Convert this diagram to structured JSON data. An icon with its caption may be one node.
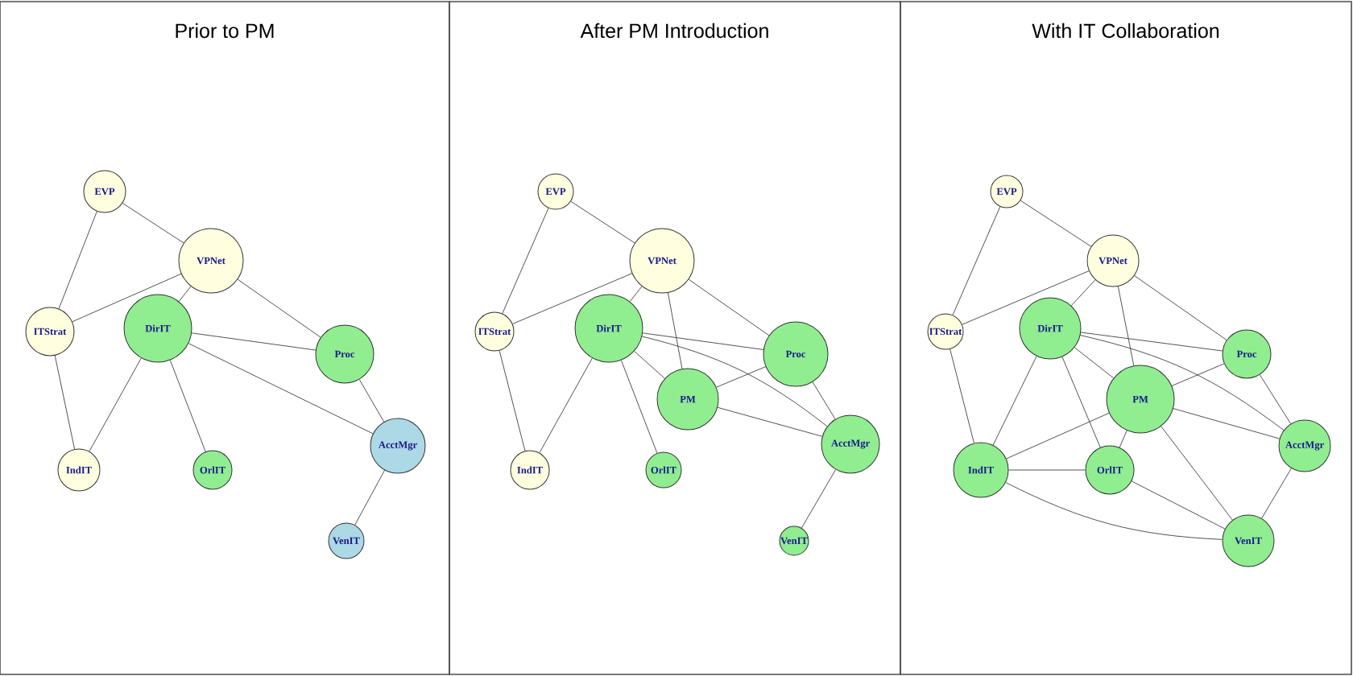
{
  "diagram": {
    "nodes": [
      {
        "text": [
          "Prior to PM"
        ]
      },
      {
        "text": [
          "EVP"
        ],
        "in": 0
      },
      {
        "text": [
          "VPNet"
        ],
        "in": 0
      },
      {
        "text": [
          "ITStrat"
        ],
        "in": 0
      },
      {
        "text": [
          "DirIT"
        ],
        "in": 0
      },
      {
        "text": [
          "Proc"
        ],
        "in": 0
      },
      {
        "text": [
          "AcctMgr"
        ],
        "in": 0
      },
      {
        "text": [
          "IndIT"
        ],
        "in": 0
      },
      {
        "text": [
          "OrlIT"
        ],
        "in": 0
      },
      {
        "text": [
          "VenIT"
        ],
        "in": 0
      },
      {
        "text": [
          "After PM Introduction"
        ]
      },
      {
        "text": [
          "EVP"
        ],
        "in": 10
      },
      {
        "text": [
          "VPNet"
        ],
        "in": 10
      },
      {
        "text": [
          "ITStrat"
        ],
        "in": 10
      },
      {
        "text": [
          "DirIT"
        ],
        "in": 10
      },
      {
        "text": [
          "Proc"
        ],
        "in": 10
      },
      {
        "text": [
          "PM"
        ],
        "in": 10
      },
      {
        "text": [
          "AcctMgr"
        ],
        "in": 10
      },
      {
        "text": [
          "IndIT"
        ],
        "in": 10
      },
      {
        "text": [
          "OrlIT"
        ],
        "in": 10
      },
      {
        "text": [
          "VenIT"
        ],
        "in": 10
      },
      {
        "text": [
          "With IT Collaboration"
        ]
      },
      {
        "text": [
          "EVP"
        ],
        "in": 21
      },
      {
        "text": [
          "VPNet"
        ],
        "in": 21
      },
      {
        "text": [
          "ITStrat"
        ],
        "in": 21
      },
      {
        "text": [
          "DirIT"
        ],
        "in": 21
      },
      {
        "text": [
          "Proc"
        ],
        "in": 21
      },
      {
        "text": [
          "PM"
        ],
        "in": 21
      },
      {
        "text": [
          "AcctMgr"
        ],
        "in": 21
      },
      {
        "text": [
          "IndIT"
        ],
        "in": 21
      },
      {
        "text": [
          "OrlIT"
        ],
        "in": 21
      },
      {
        "text": [
          "VenIT"
        ],
        "in": 21
      }
    ],
    "edges": [
      {
        "from": 1,
        "to": 2,
        "arrow": "none"
      },
      {
        "from": 1,
        "to": 3,
        "arrow": "none"
      },
      {
        "from": 2,
        "to": 3,
        "arrow": "none"
      },
      {
        "from": 2,
        "to": 4,
        "arrow": "none"
      },
      {
        "from": 2,
        "to": 5,
        "arrow": "none"
      },
      {
        "from": 4,
        "to": 5,
        "arrow": "none"
      },
      {
        "from": 4,
        "to": 6,
        "arrow": "none"
      },
      {
        "from": 4,
        "to": 7,
        "arrow": "none"
      },
      {
        "from": 4,
        "to": 8,
        "arrow": "none"
      },
      {
        "from": 3,
        "to": 7,
        "arrow": "none"
      },
      {
        "from": 5,
        "to": 6,
        "arrow": "none"
      },
      {
        "from": 6,
        "to": 9,
        "arrow": "none"
      },
      {
        "from": 11,
        "to": 12,
        "arrow": "none"
      },
      {
        "from": 11,
        "to": 13,
        "arrow": "none"
      },
      {
        "from": 12,
        "to": 13,
        "arrow": "none"
      },
      {
        "from": 12,
        "to": 14,
        "arrow": "none"
      },
      {
        "from": 12,
        "to": 16,
        "arrow": "none"
      },
      {
        "from": 12,
        "to": 15,
        "arrow": "none"
      },
      {
        "from": 14,
        "to": 15,
        "arrow": "none"
      },
      {
        "from": 14,
        "to": 16,
        "arrow": "none"
      },
      {
        "from": 14,
        "to": 17,
        "arrow": "none"
      },
      {
        "from": 14,
        "to": 18,
        "arrow": "none"
      },
      {
        "from": 14,
        "to": 19,
        "arrow": "none"
      },
      {
        "from": 13,
        "to": 18,
        "arrow": "none"
      },
      {
        "from": 15,
        "to": 16,
        "arrow": "none"
      },
      {
        "from": 15,
        "to": 17,
        "arrow": "none"
      },
      {
        "from": 16,
        "to": 17,
        "arrow": "none"
      },
      {
        "from": 17,
        "to": 20,
        "arrow": "none"
      },
      {
        "from": 22,
        "to": 23,
        "arrow": "none"
      },
      {
        "from": 22,
        "to": 24,
        "arrow": "none"
      },
      {
        "from": 23,
        "to": 24,
        "arrow": "none"
      },
      {
        "from": 23,
        "to": 25,
        "arrow": "none"
      },
      {
        "from": 23,
        "to": 27,
        "arrow": "none"
      },
      {
        "from": 23,
        "to": 26,
        "arrow": "none"
      },
      {
        "from": 25,
        "to": 26,
        "arrow": "none"
      },
      {
        "from": 25,
        "to": 27,
        "arrow": "none"
      },
      {
        "from": 25,
        "to": 28,
        "arrow": "none"
      },
      {
        "from": 25,
        "to": 29,
        "arrow": "none"
      },
      {
        "from": 25,
        "to": 30,
        "arrow": "none"
      },
      {
        "from": 24,
        "to": 29,
        "arrow": "none"
      },
      {
        "from": 26,
        "to": 27,
        "arrow": "none"
      },
      {
        "from": 26,
        "to": 28,
        "arrow": "none"
      },
      {
        "from": 27,
        "to": 28,
        "arrow": "none"
      },
      {
        "from": 27,
        "to": 29,
        "arrow": "none"
      },
      {
        "from": 27,
        "to": 30,
        "arrow": "none"
      },
      {
        "from": 27,
        "to": 31,
        "arrow": "none"
      },
      {
        "from": 29,
        "to": 30,
        "arrow": "none"
      },
      {
        "from": 29,
        "to": 31,
        "arrow": "none"
      },
      {
        "from": 30,
        "to": 31,
        "arrow": "none"
      },
      {
        "from": 28,
        "to": 31,
        "arrow": "none"
      }
    ]
  }
}
